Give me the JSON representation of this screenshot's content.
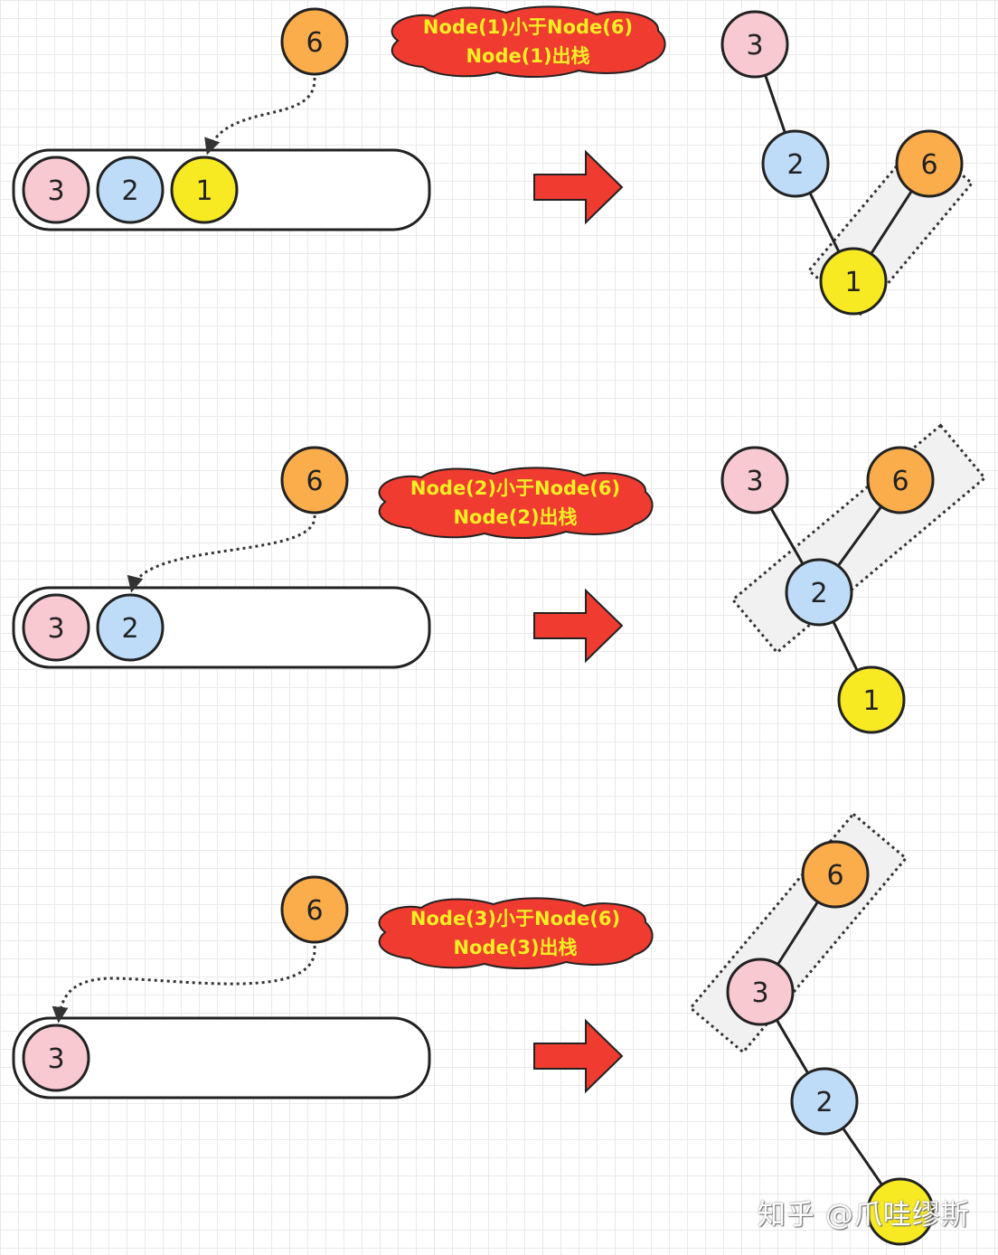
{
  "colors": {
    "node_1": "#f8ea22",
    "node_2": "#bedcf8",
    "node_3": "#f9c9d2",
    "node_6": "#fbad4b",
    "cloud": "#ef3b30",
    "arrow": "#ef3b30",
    "cloud_text": "#f5ee24"
  },
  "panels": [
    {
      "stack": [
        "3",
        "2",
        "1"
      ],
      "incoming": "6",
      "cloud": {
        "line1": "Node(1)小于Node(6)",
        "line2": "Node(1)出栈"
      },
      "tree": [
        "3",
        "2",
        "6",
        "1"
      ]
    },
    {
      "stack": [
        "3",
        "2"
      ],
      "incoming": "6",
      "cloud": {
        "line1": "Node(2)小于Node(6)",
        "line2": "Node(2)出栈"
      },
      "tree": [
        "3",
        "6",
        "2",
        "1"
      ]
    },
    {
      "stack": [
        "3"
      ],
      "incoming": "6",
      "cloud": {
        "line1": "Node(3)小于Node(6)",
        "line2": "Node(3)出栈"
      },
      "tree": [
        "6",
        "3",
        "2",
        ""
      ]
    }
  ],
  "watermark": "知乎 @爪哇缪斯"
}
